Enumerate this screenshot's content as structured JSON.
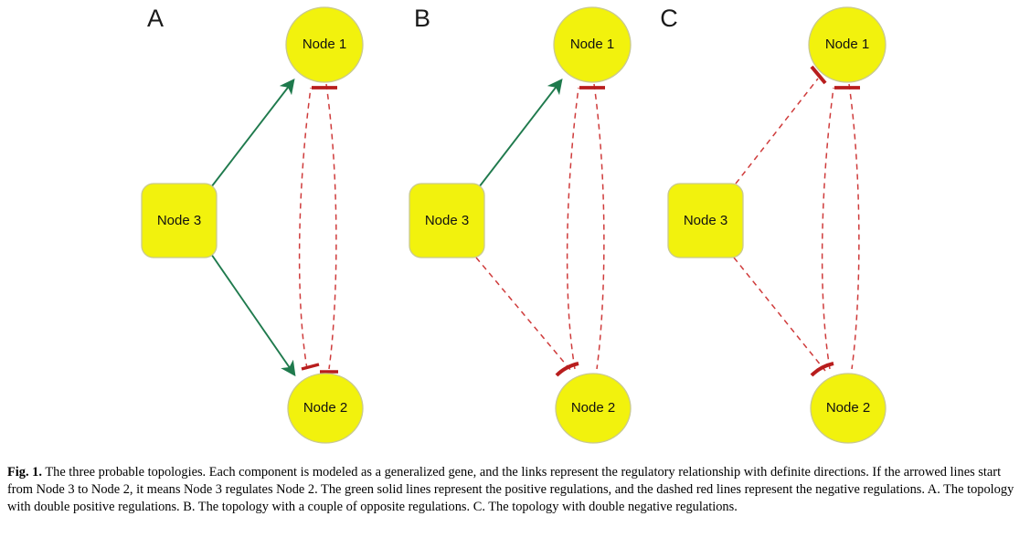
{
  "figure": {
    "caption_label": "Fig. 1.",
    "caption_text": "The three probable topologies. Each component is modeled as a generalized gene, and the links represent the regulatory relationship with definite directions. If the arrowed lines start from Node 3 to Node 2, it means Node 3 regulates Node 2. The green solid lines represent the positive regulations, and the dashed red lines represent the negative regulations. A. The topology with double positive regulations. B. The topology with a couple of opposite regulations. C. The topology with double negative regulations.",
    "colors": {
      "node_fill": "#f2f20d",
      "node_stroke": "#c9c98f",
      "positive_edge": "#1f7a4d",
      "negative_edge": "#cf3b3b",
      "terminator_bar": "#b81d1d",
      "background": "#ffffff"
    },
    "node_labels": {
      "node1": "Node 1",
      "node2": "Node 2",
      "node3": "Node 3"
    },
    "panels": [
      {
        "id": "A",
        "letter": "A",
        "description": "The topology with double positive regulations.",
        "edges": [
          {
            "from": "Node 3",
            "to": "Node 1",
            "sign": "positive",
            "style": "solid",
            "terminator": "arrow"
          },
          {
            "from": "Node 3",
            "to": "Node 2",
            "sign": "positive",
            "style": "solid",
            "terminator": "arrow"
          },
          {
            "from": "Node 1",
            "to": "Node 2",
            "sign": "negative",
            "style": "dashed",
            "terminator": "bar"
          },
          {
            "from": "Node 2",
            "to": "Node 1",
            "sign": "negative",
            "style": "dashed",
            "terminator": "bar"
          }
        ]
      },
      {
        "id": "B",
        "letter": "B",
        "description": "The topology with a couple of opposite regulations.",
        "edges": [
          {
            "from": "Node 3",
            "to": "Node 1",
            "sign": "positive",
            "style": "solid",
            "terminator": "arrow"
          },
          {
            "from": "Node 3",
            "to": "Node 2",
            "sign": "negative",
            "style": "dashed",
            "terminator": "bar"
          },
          {
            "from": "Node 1",
            "to": "Node 2",
            "sign": "negative",
            "style": "dashed",
            "terminator": "bar"
          },
          {
            "from": "Node 2",
            "to": "Node 1",
            "sign": "negative",
            "style": "dashed",
            "terminator": "bar"
          }
        ]
      },
      {
        "id": "C",
        "letter": "C",
        "description": "The topology with double negative regulations.",
        "edges": [
          {
            "from": "Node 3",
            "to": "Node 1",
            "sign": "negative",
            "style": "dashed",
            "terminator": "bar"
          },
          {
            "from": "Node 3",
            "to": "Node 2",
            "sign": "negative",
            "style": "dashed",
            "terminator": "bar"
          },
          {
            "from": "Node 1",
            "to": "Node 2",
            "sign": "negative",
            "style": "dashed",
            "terminator": "bar"
          },
          {
            "from": "Node 2",
            "to": "Node 1",
            "sign": "negative",
            "style": "dashed",
            "terminator": "bar"
          }
        ]
      }
    ]
  }
}
